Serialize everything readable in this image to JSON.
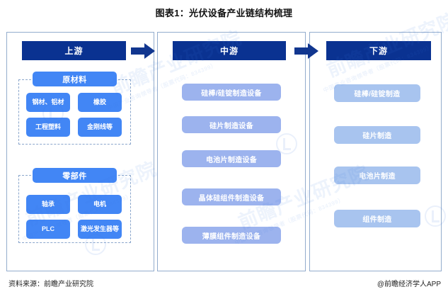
{
  "title": "图表1：光伏设备产业链结构梳理",
  "columns": {
    "upstream": {
      "header": "上游",
      "groups": [
        {
          "title": "原材料",
          "items": [
            "钢材、铝材",
            "橡胶",
            "工程塑料",
            "金刚线等"
          ]
        },
        {
          "title": "零部件",
          "items": [
            "轴承",
            "电机",
            "PLC",
            "激光发生器等"
          ]
        }
      ]
    },
    "midstream": {
      "header": "中游",
      "items": [
        "硅棒/硅锭制造设备",
        "硅片制造设备",
        "电池片制造设备",
        "晶体硅组件制造设备",
        "薄膜组件制造设备"
      ]
    },
    "downstream": {
      "header": "下游",
      "items": [
        "硅棒/硅锭制造",
        "硅片制造",
        "电池片制造",
        "组件制造"
      ]
    }
  },
  "footer": {
    "source": "资料来源：前瞻产业研究院",
    "attribution": "@前瞻经济学人APP"
  },
  "watermark": {
    "big": "前瞻产业研究院",
    "small": "中国产业咨询领导者（股票代码：834399）"
  },
  "colors": {
    "header_blue": "#0a3291",
    "chip_blue": "#4286f5",
    "mid_blue": "#9cb3ee",
    "down_blue": "#a8c4ef",
    "panel_border": "#93accd",
    "dashed_border": "#8aa6cc"
  }
}
